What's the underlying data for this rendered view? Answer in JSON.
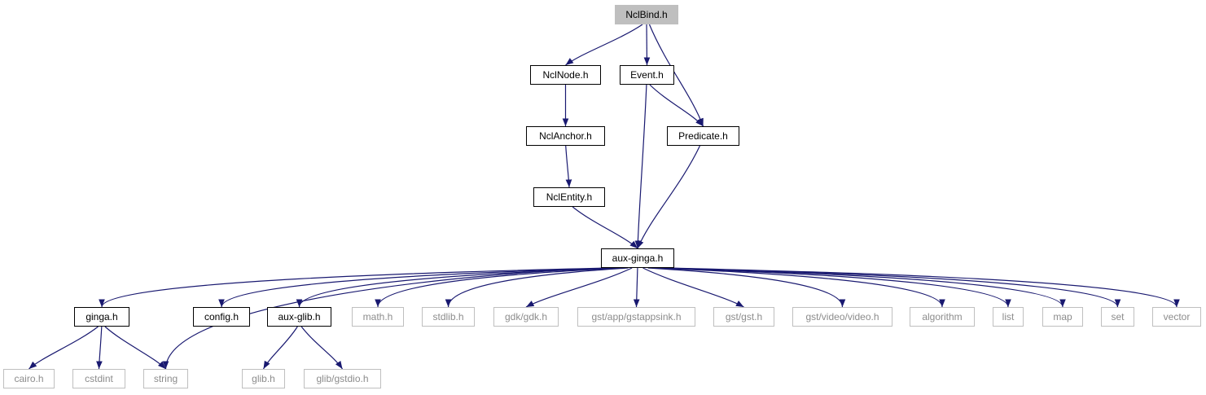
{
  "graph": {
    "edge_color": "#191970",
    "nodes": {
      "nclbind": {
        "label": "NclBind.h",
        "kind": "current"
      },
      "nclnode": {
        "label": "NclNode.h",
        "kind": "local"
      },
      "event": {
        "label": "Event.h",
        "kind": "local"
      },
      "nclanchor": {
        "label": "NclAnchor.h",
        "kind": "local"
      },
      "predicate": {
        "label": "Predicate.h",
        "kind": "local"
      },
      "nclentity": {
        "label": "NclEntity.h",
        "kind": "local"
      },
      "auxginga": {
        "label": "aux-ginga.h",
        "kind": "local"
      },
      "ginga": {
        "label": "ginga.h",
        "kind": "local"
      },
      "config": {
        "label": "config.h",
        "kind": "local"
      },
      "auxglib": {
        "label": "aux-glib.h",
        "kind": "local"
      },
      "math": {
        "label": "math.h",
        "kind": "system"
      },
      "stdlib": {
        "label": "stdlib.h",
        "kind": "system"
      },
      "gdk": {
        "label": "gdk/gdk.h",
        "kind": "system"
      },
      "gstappsink": {
        "label": "gst/app/gstappsink.h",
        "kind": "system"
      },
      "gst": {
        "label": "gst/gst.h",
        "kind": "system"
      },
      "gstvideo": {
        "label": "gst/video/video.h",
        "kind": "system"
      },
      "algorithm": {
        "label": "algorithm",
        "kind": "system"
      },
      "list": {
        "label": "list",
        "kind": "system"
      },
      "map": {
        "label": "map",
        "kind": "system"
      },
      "set": {
        "label": "set",
        "kind": "system"
      },
      "vector": {
        "label": "vector",
        "kind": "system"
      },
      "cairo": {
        "label": "cairo.h",
        "kind": "system"
      },
      "cstdint": {
        "label": "cstdint",
        "kind": "system"
      },
      "string": {
        "label": "string",
        "kind": "system"
      },
      "glib": {
        "label": "glib.h",
        "kind": "system"
      },
      "glibgstdio": {
        "label": "glib/gstdio.h",
        "kind": "system"
      }
    },
    "edges": [
      [
        "nclbind",
        "nclnode"
      ],
      [
        "nclbind",
        "event"
      ],
      [
        "nclbind",
        "predicate"
      ],
      [
        "nclnode",
        "nclanchor"
      ],
      [
        "nclanchor",
        "nclentity"
      ],
      [
        "nclentity",
        "auxginga"
      ],
      [
        "event",
        "predicate"
      ],
      [
        "event",
        "auxginga"
      ],
      [
        "predicate",
        "auxginga"
      ],
      [
        "auxginga",
        "ginga"
      ],
      [
        "auxginga",
        "string"
      ],
      [
        "auxginga",
        "config"
      ],
      [
        "auxginga",
        "auxglib"
      ],
      [
        "auxginga",
        "math"
      ],
      [
        "auxginga",
        "stdlib"
      ],
      [
        "auxginga",
        "gdk"
      ],
      [
        "auxginga",
        "gstappsink"
      ],
      [
        "auxginga",
        "gst"
      ],
      [
        "auxginga",
        "gstvideo"
      ],
      [
        "auxginga",
        "algorithm"
      ],
      [
        "auxginga",
        "list"
      ],
      [
        "auxginga",
        "map"
      ],
      [
        "auxginga",
        "set"
      ],
      [
        "auxginga",
        "vector"
      ],
      [
        "ginga",
        "cairo"
      ],
      [
        "ginga",
        "cstdint"
      ],
      [
        "ginga",
        "string"
      ],
      [
        "auxglib",
        "glib"
      ],
      [
        "auxglib",
        "glibgstdio"
      ]
    ]
  }
}
